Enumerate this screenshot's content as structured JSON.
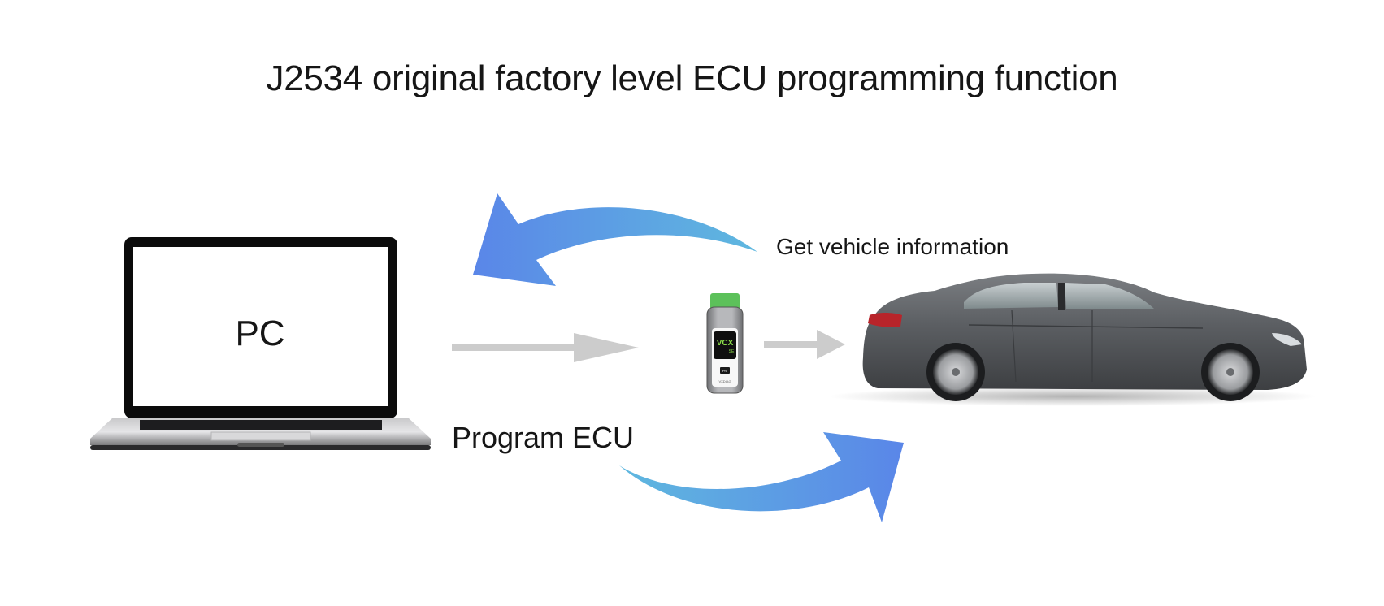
{
  "title": "J2534 original factory level ECU programming function",
  "nodes": {
    "pc": {
      "label": "PC",
      "icon": "laptop-icon"
    },
    "device": {
      "screen_text": "VCX",
      "screen_subtext": "SE",
      "button_text": "Pro",
      "brand": "VXDIAG",
      "icon": "obd-interface-icon",
      "connector_color": "#5cc15a"
    },
    "vehicle": {
      "icon": "car-icon",
      "body_color": "#5b5e62"
    }
  },
  "edges": {
    "get_info": {
      "label": "Get vehicle information",
      "direction": "vehicle-to-pc",
      "icon": "curved-arrow-left-icon"
    },
    "program": {
      "label": "Program ECU",
      "direction": "pc-to-vehicle",
      "icon": "curved-arrow-right-icon"
    },
    "pc_to_device": {
      "icon": "arrow-right-icon"
    },
    "device_to_vehicle": {
      "icon": "arrow-right-icon"
    }
  },
  "colors": {
    "arrow_gradient_start": "#5a86e8",
    "arrow_gradient_end": "#5fb6e0",
    "straight_arrow": "#cccccc",
    "text": "#161616"
  }
}
